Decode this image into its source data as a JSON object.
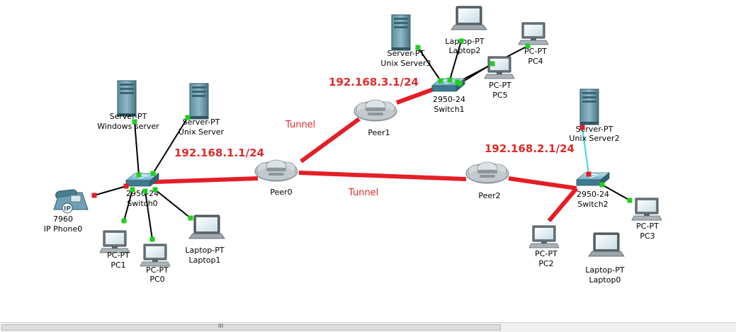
{
  "devices": {
    "peer0": {
      "type": "router",
      "line1": "Peer0",
      "line2": ""
    },
    "peer1": {
      "type": "router",
      "line1": "Peer1",
      "line2": ""
    },
    "peer2": {
      "type": "router",
      "line1": "Peer2",
      "line2": ""
    },
    "switch0": {
      "type": "switch",
      "line1": "2950-24",
      "line2": "Switch0"
    },
    "switch1": {
      "type": "switch",
      "line1": "2950-24",
      "line2": "Switch1"
    },
    "switch2": {
      "type": "switch",
      "line1": "2950-24",
      "line2": "Switch2"
    },
    "windows_server": {
      "type": "server",
      "line1": "Server-PT",
      "line2": "Windows server"
    },
    "unix_server": {
      "type": "server",
      "line1": "Server-PT",
      "line2": "Unix Server"
    },
    "unix_server2": {
      "type": "server",
      "line1": "Server-PT",
      "line2": "Unix Server2"
    },
    "unix_server3": {
      "type": "server",
      "line1": "Server-PT",
      "line2": "Unix Server3"
    },
    "ip_phone0": {
      "type": "phone",
      "line1": "7960",
      "line2": "IP Phone0"
    },
    "pc0": {
      "type": "pc",
      "line1": "PC-PT",
      "line2": "PC0"
    },
    "pc1": {
      "type": "pc",
      "line1": "PC-PT",
      "line2": "PC1"
    },
    "pc2": {
      "type": "pc",
      "line1": "PC-PT",
      "line2": "PC2"
    },
    "pc3": {
      "type": "pc",
      "line1": "PC-PT",
      "line2": "PC3"
    },
    "pc4": {
      "type": "pc",
      "line1": "PC-PT",
      "line2": "PC4"
    },
    "pc5": {
      "type": "pc",
      "line1": "PC-PT",
      "line2": "PC5"
    },
    "laptop0": {
      "type": "laptop",
      "line1": "Laptop-PT",
      "line2": "Laptop0"
    },
    "laptop1": {
      "type": "laptop",
      "line1": "Laptop-PT",
      "line2": "Laptop1"
    },
    "laptop2": {
      "type": "laptop",
      "line1": "Laptop-PT",
      "line2": "Laptop2"
    }
  },
  "links": [
    {
      "from": "switch0",
      "to": "peer0",
      "kind": "wan",
      "status": "down"
    },
    {
      "from": "peer0",
      "to": "peer1",
      "kind": "wan",
      "status": "down"
    },
    {
      "from": "peer0",
      "to": "peer2",
      "kind": "wan",
      "status": "down"
    },
    {
      "from": "peer1",
      "to": "switch1",
      "kind": "wan",
      "status": "down"
    },
    {
      "from": "peer2",
      "to": "switch2",
      "kind": "wan",
      "status": "down"
    },
    {
      "from": "switch2",
      "to": "pc2",
      "kind": "wan",
      "status": "down"
    },
    {
      "from": "switch0",
      "to": "windows_server",
      "kind": "copper",
      "status": "up"
    },
    {
      "from": "switch0",
      "to": "unix_server",
      "kind": "copper",
      "status": "up"
    },
    {
      "from": "switch0",
      "to": "ip_phone0",
      "kind": "copper",
      "status": "down"
    },
    {
      "from": "switch0",
      "to": "pc1",
      "kind": "copper",
      "status": "up"
    },
    {
      "from": "switch0",
      "to": "pc0",
      "kind": "copper",
      "status": "up"
    },
    {
      "from": "switch0",
      "to": "laptop1",
      "kind": "copper",
      "status": "up"
    },
    {
      "from": "switch1",
      "to": "unix_server3",
      "kind": "copper",
      "status": "up"
    },
    {
      "from": "switch1",
      "to": "laptop2",
      "kind": "copper",
      "status": "up"
    },
    {
      "from": "switch1",
      "to": "pc4",
      "kind": "copper",
      "status": "up"
    },
    {
      "from": "switch1",
      "to": "pc5",
      "kind": "copper",
      "status": "up"
    },
    {
      "from": "switch2",
      "to": "unix_server2",
      "kind": "crossover",
      "status": "down"
    },
    {
      "from": "switch2",
      "to": "pc3",
      "kind": "copper",
      "status": "up"
    }
  ],
  "annotations": [
    {
      "kind": "ip",
      "text": "192.168.1.1/24"
    },
    {
      "kind": "ip",
      "text": "192.168.3.1/24"
    },
    {
      "kind": "ip",
      "text": "192.168.2.1/24"
    },
    {
      "kind": "tunnel",
      "text": "Tunnel"
    },
    {
      "kind": "tunnel",
      "text": "Tunnel"
    }
  ],
  "colors": {
    "wan_link": "#e41e26",
    "copper_link": "#000000",
    "crossover_link": "#33dcea",
    "port_up": "#22cc22",
    "port_down": "#e41e26",
    "annotation": "#e02a2a"
  },
  "scrollbar": {
    "grip": "III"
  }
}
